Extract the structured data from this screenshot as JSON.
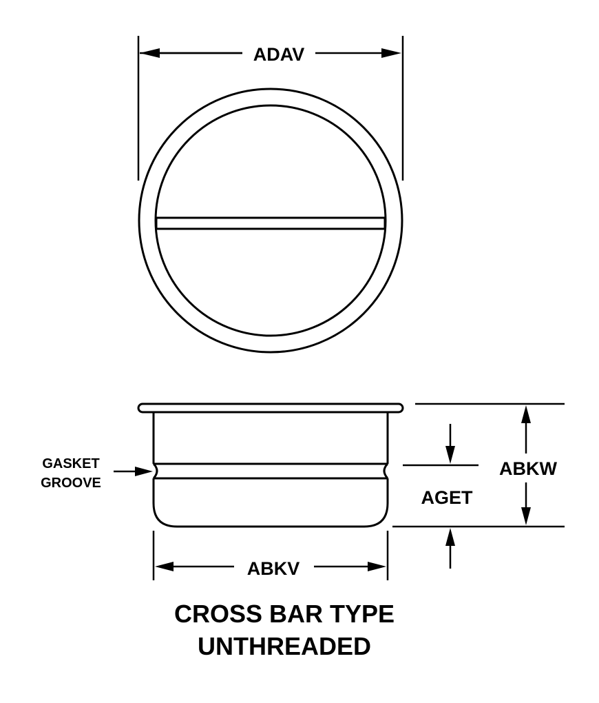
{
  "labels": {
    "top_width": "ADAV",
    "bottom_width": "ABKV",
    "overall_height": "ABKW",
    "groove_height": "AGET",
    "groove_line1": "GASKET",
    "groove_line2": "GROOVE"
  },
  "caption": {
    "line1": "CROSS BAR TYPE",
    "line2": "UNTHREADED"
  }
}
